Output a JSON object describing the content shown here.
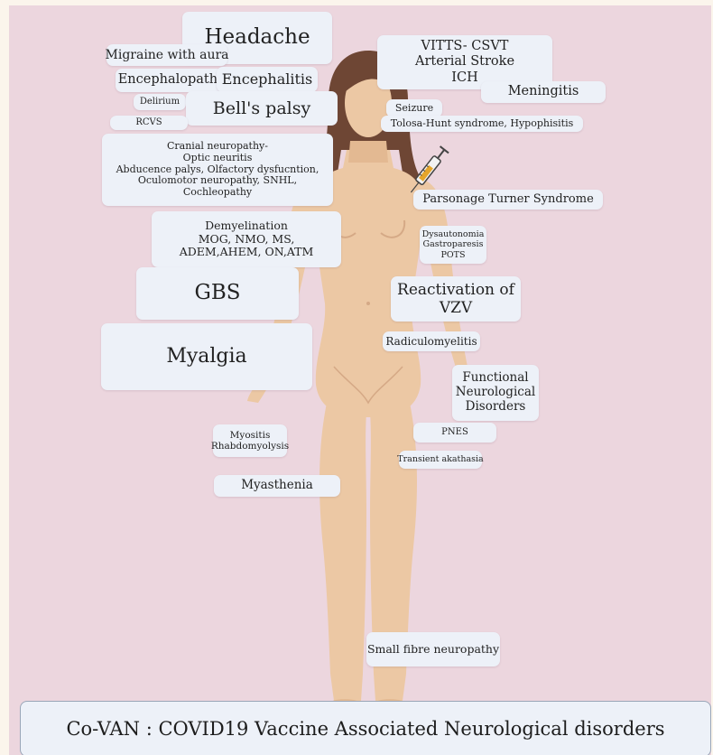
{
  "colors": {
    "background": "#ecd6de",
    "box_fill": "#edf1f8",
    "skin": "#ecc8a4",
    "hair": "#6e4634"
  },
  "title": "Co-VAN : COVID19 Vaccine Associated Neurological disorders",
  "labels": {
    "headache": "Headache",
    "migraine": "Migraine with aura",
    "encephalopathy": "Encephalopathy",
    "encephalitis": "Encephalitis",
    "delirium": "Delirium",
    "bells_palsy": "Bell's palsy",
    "rcvs": "RCVS",
    "cranial": [
      "Cranial neuropathy-",
      "Optic neuritis",
      "Abducence palys, Olfactory dysfucntion,",
      "Oculomotor neuropathy,   SNHL,",
      "Cochleopathy"
    ],
    "demyelination": [
      "Demyelination",
      "MOG, NMO, MS,",
      "ADEM,AHEM, ON,ATM"
    ],
    "gbs": "GBS",
    "myalgia": "Myalgia",
    "myositis": [
      "Myositis",
      "Rhabdomyolysis"
    ],
    "myasthenia": "Myasthenia",
    "vascular": [
      "VITTS- CSVT",
      "Arterial Stroke",
      "ICH"
    ],
    "meningitis": "Meningitis",
    "seizure": "Seizure",
    "tolosa": "Tolosa-Hunt syndrome,  Hypophisitis",
    "parsonage": "Parsonage Turner Syndrome",
    "dysautonomia": [
      "Dysautonomia",
      "Gastroparesis",
      "POTS"
    ],
    "vzv": [
      "Reactivation of",
      "VZV"
    ],
    "radiculomyelitis": "Radiculomyelitis",
    "functional": [
      "Functional",
      "Neurological",
      "Disorders"
    ],
    "pnes": "PNES",
    "akathisia": "Transient akathasia",
    "small_fibre": "Small fibre neuropathy"
  },
  "icons": [
    "syringe-icon",
    "female-body-illustration"
  ]
}
